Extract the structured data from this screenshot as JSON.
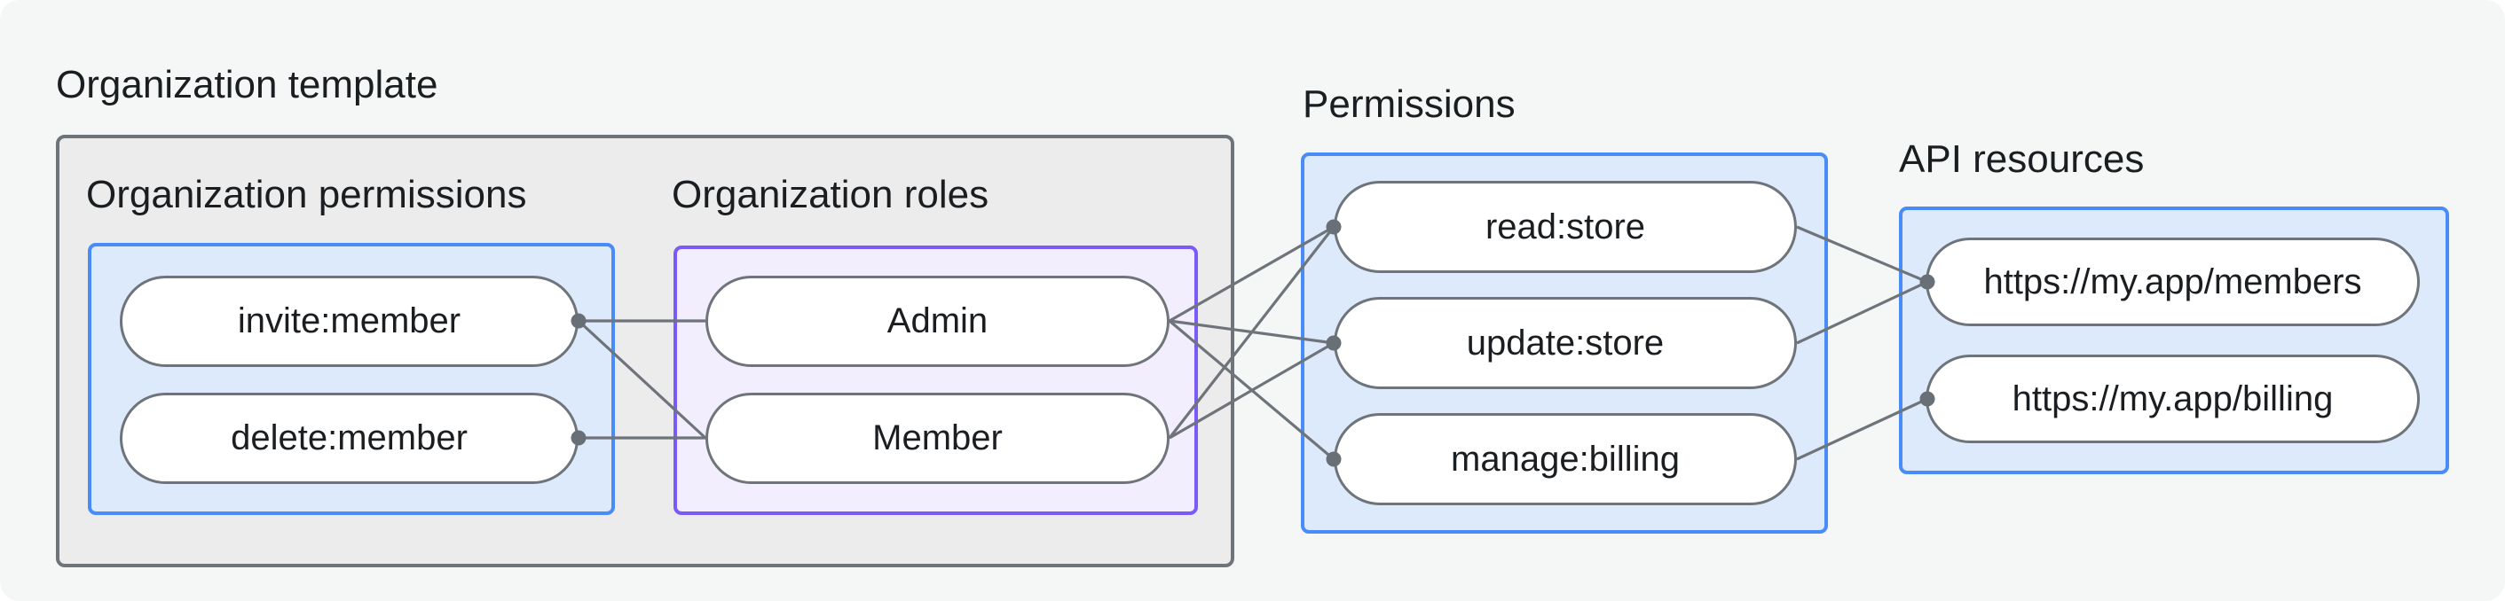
{
  "org_template": {
    "title": "Organization template",
    "org_permissions": {
      "title": "Organization permissions",
      "items": [
        "invite:member",
        "delete:member"
      ]
    },
    "org_roles": {
      "title": "Organization roles",
      "items": [
        "Admin",
        "Member"
      ]
    }
  },
  "permissions": {
    "title": "Permissions",
    "items": [
      "read:store",
      "update:store",
      "manage:billing"
    ]
  },
  "api_resources": {
    "title": "API resources",
    "items": [
      "https://my.app/members",
      "https://my.app/billing"
    ]
  },
  "edges": [
    {
      "from": "invite:member",
      "to": "Admin"
    },
    {
      "from": "invite:member",
      "to": "Member"
    },
    {
      "from": "delete:member",
      "to": "Member"
    },
    {
      "from": "Admin",
      "to": "read:store"
    },
    {
      "from": "Admin",
      "to": "update:store"
    },
    {
      "from": "Admin",
      "to": "manage:billing"
    },
    {
      "from": "Member",
      "to": "read:store"
    },
    {
      "from": "Member",
      "to": "update:store"
    },
    {
      "from": "read:store",
      "to": "https://my.app/members"
    },
    {
      "from": "update:store",
      "to": "https://my.app/members"
    },
    {
      "from": "manage:billing",
      "to": "https://my.app/billing"
    }
  ],
  "colors": {
    "page_bg": "#f5f7f7",
    "gray_fill": "#ececec",
    "gray_border": "#6f7478",
    "blue_fill": "#dceafb",
    "blue_border": "#4a8cf7",
    "purple_fill": "#f3eefe",
    "purple_border": "#7b5bf7",
    "pill_border": "#6e747a",
    "wire": "#6e747a",
    "dot": "#696f76",
    "text": "#1b1e21"
  }
}
